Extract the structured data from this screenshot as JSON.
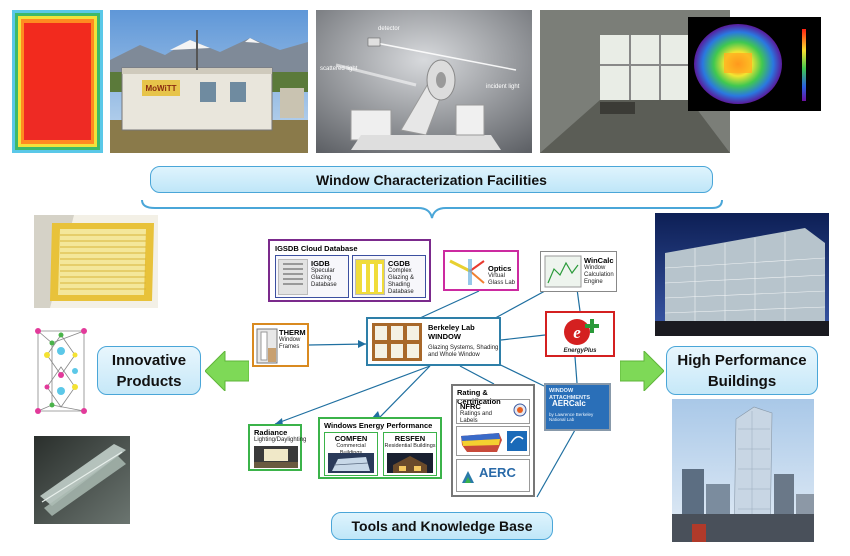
{
  "facilities_banner": "Window Characterization Facilities",
  "tools_banner": "Tools and Knowledge Base",
  "innovative_products": "Innovative Products",
  "high_performance": "High Performance Buildings",
  "trailer_sign": "MoWiTT",
  "lab_labels": {
    "detector": "detector",
    "scattered": "scattered light",
    "incident": "incident light"
  },
  "igsdb": {
    "title": "IGSDB Cloud Database",
    "igdb_name": "IGDB",
    "igdb_desc": "Specular Glazing Database",
    "cgdb_name": "CGDB",
    "cgdb_desc": "Complex Glazing & Shading Database"
  },
  "optics": {
    "name": "Optics",
    "desc": "Virtual Glass Lab"
  },
  "wincalc": {
    "name": "WinCalc",
    "desc": "Window Calculation Engine"
  },
  "therm": {
    "name": "THERM",
    "desc": "Window Frames"
  },
  "window": {
    "name": "Berkeley Lab WINDOW",
    "desc": "Glazing Systems, Shading and Whole Window"
  },
  "energyplus": {
    "label": "EnergyPlus"
  },
  "radiance": {
    "name": "Radiance",
    "desc": "Lighting/Daylighting"
  },
  "wep": {
    "title": "Windows Energy Performance",
    "comfen_name": "COMFEN",
    "comfen_desc": "Commercial Buildings",
    "resfen_name": "RESFEN",
    "resfen_desc": "Residential Buildings"
  },
  "rating": {
    "title": "Rating & Certification",
    "nfrc_name": "NFRC",
    "nfrc_desc": "Ratings and Labels",
    "aerc_logo": "AERC"
  },
  "attachments": {
    "title": "WINDOW ATTACHMENTS",
    "name": "AERCalc",
    "desc": "by Lawrence Berkeley National Lab"
  },
  "colors": {
    "banner_border": "#4aa6d8",
    "arrow_green": "#7ed957",
    "igsdb_border": "#7b2a8c",
    "optics_border": "#cc2aa0",
    "window_border": "#2e7fa8",
    "wep_border": "#3bb34a",
    "energyplus_border": "#d42020",
    "attachments_fill": "#2a6fb8"
  }
}
